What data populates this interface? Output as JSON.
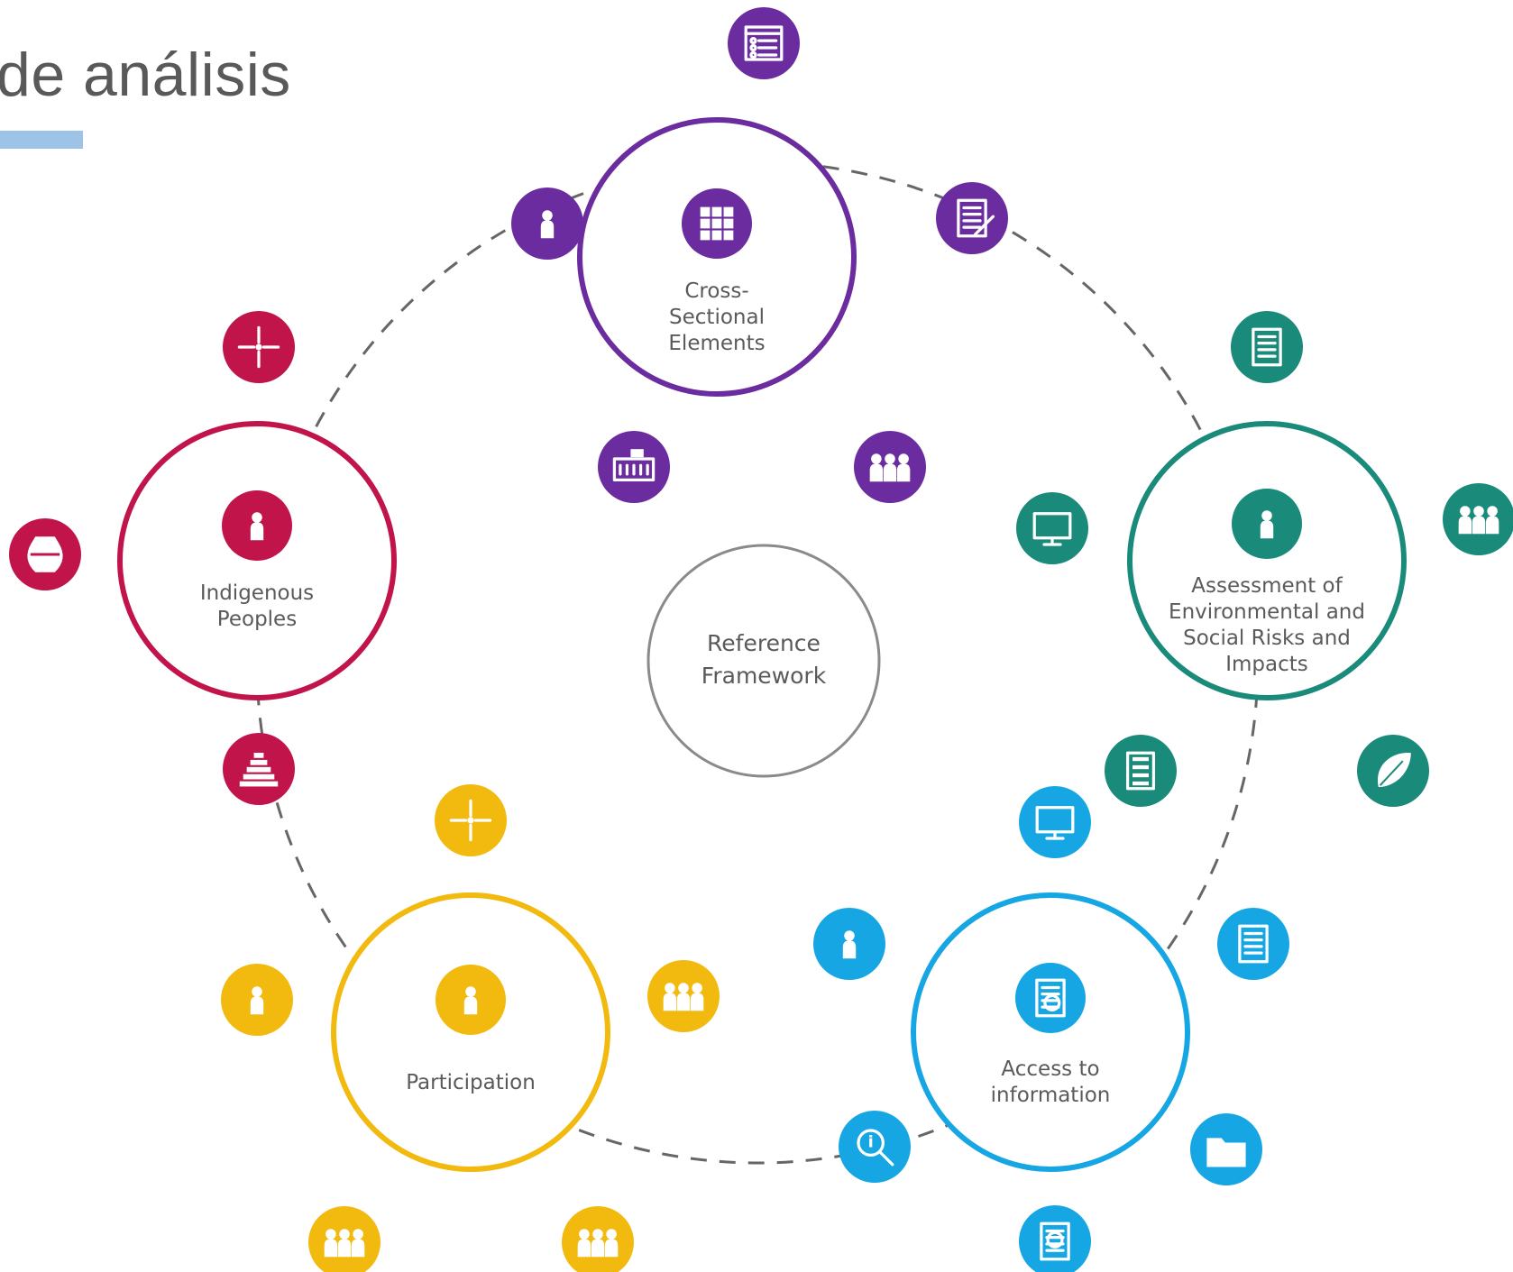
{
  "header": {
    "title": "de análisis"
  },
  "colors": {
    "purple": "#6a2c9e",
    "crimson": "#c0144b",
    "teal": "#1a8a7a",
    "blue": "#16a6e3",
    "yellow": "#f2b90f",
    "gray": "#8a8a8a",
    "accent_bar": "#9dc3e6"
  },
  "center": {
    "label": [
      "Reference",
      "Framework"
    ]
  },
  "hubs": [
    {
      "id": "cross-sectional",
      "color": "purple",
      "icon": "grid-icon",
      "label": [
        "Cross-",
        "Sectional",
        "Elements"
      ]
    },
    {
      "id": "assessment",
      "color": "teal",
      "icon": "plant-in-hand-icon",
      "label": [
        "Assessment of",
        "Environmental and",
        "Social Risks and",
        "Impacts"
      ]
    },
    {
      "id": "access-information",
      "color": "blue",
      "icon": "document-search-icon",
      "label": [
        "Access to",
        "information"
      ]
    },
    {
      "id": "participation",
      "color": "yellow",
      "icon": "raised-hands-icon",
      "label": [
        "Participation"
      ]
    },
    {
      "id": "indigenous",
      "color": "crimson",
      "icon": "indigenous-person-icon",
      "label": [
        "Indigenous",
        "Peoples"
      ]
    }
  ],
  "satellites": [
    {
      "color": "purple",
      "icon": "checklist-window-icon"
    },
    {
      "color": "purple",
      "icon": "person-search-icon"
    },
    {
      "color": "purple",
      "icon": "legal-document-gavel-icon"
    },
    {
      "color": "purple",
      "icon": "keyboard-icon"
    },
    {
      "color": "purple",
      "icon": "people-group-icon"
    },
    {
      "color": "teal",
      "icon": "person-checklist-icon"
    },
    {
      "color": "teal",
      "icon": "monitor-share-icon"
    },
    {
      "color": "teal",
      "icon": "family-community-icon"
    },
    {
      "color": "teal",
      "icon": "process-list-icon"
    },
    {
      "color": "teal",
      "icon": "leaf-icon"
    },
    {
      "color": "blue",
      "icon": "devices-icon"
    },
    {
      "color": "blue",
      "icon": "meeting-desk-icon"
    },
    {
      "color": "blue",
      "icon": "text-document-icon"
    },
    {
      "color": "blue",
      "icon": "info-key-icon"
    },
    {
      "color": "blue",
      "icon": "folder-icon"
    },
    {
      "color": "blue",
      "icon": "settings-document-icon"
    },
    {
      "color": "yellow",
      "icon": "converging-arrows-icon"
    },
    {
      "color": "yellow",
      "icon": "person-podium-icon"
    },
    {
      "color": "yellow",
      "icon": "voting-people-icon"
    },
    {
      "color": "yellow",
      "icon": "crowd-icon"
    },
    {
      "color": "yellow",
      "icon": "community-circle-icon"
    },
    {
      "color": "crimson",
      "icon": "arrows-star-icon"
    },
    {
      "color": "crimson",
      "icon": "pottery-vessel-icon"
    },
    {
      "color": "crimson",
      "icon": "pyramid-temple-icon"
    }
  ]
}
